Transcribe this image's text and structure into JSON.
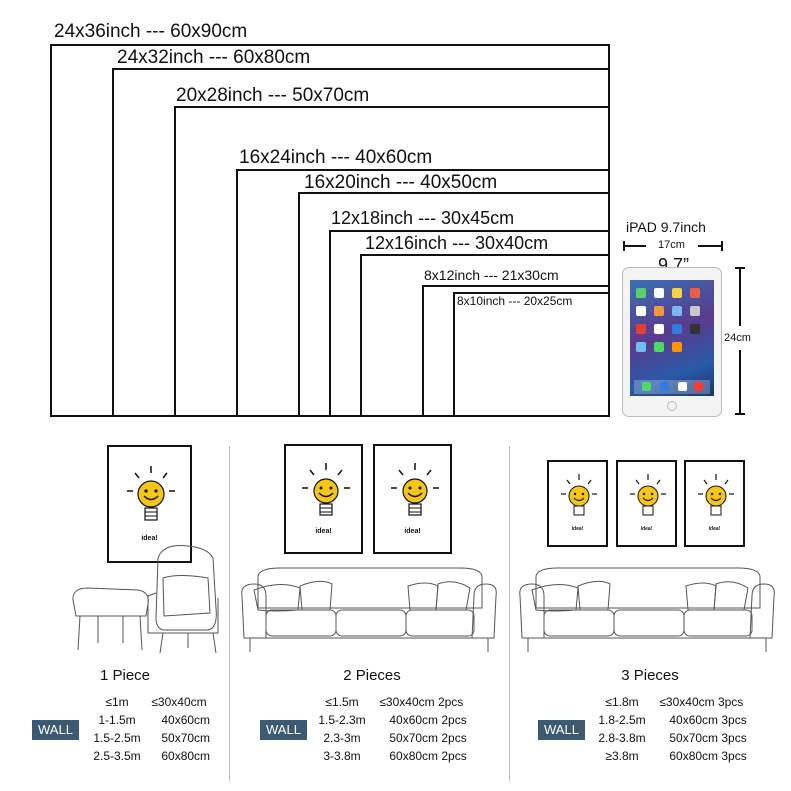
{
  "sizes": [
    {
      "label": "24x36inch --- 60x90cm"
    },
    {
      "label": "24x32inch --- 60x80cm"
    },
    {
      "label": "20x28inch --- 50x70cm"
    },
    {
      "label": "16x24inch --- 40x60cm"
    },
    {
      "label": "16x20inch --- 40x50cm"
    },
    {
      "label": "12x18inch --- 30x45cm"
    },
    {
      "label": "12x16inch --- 30x40cm"
    },
    {
      "label": "8x12inch --- 21x30cm"
    },
    {
      "label": "8x10inch --- 20x25cm"
    }
  ],
  "ipad": {
    "title": "iPAD 9.7inch",
    "width_label": "17cm",
    "diag_label": "9.7”",
    "height_label": "24cm"
  },
  "poster_text": "idea!",
  "panels": [
    {
      "title": "1 Piece",
      "wall": "WALL",
      "rows": [
        {
          "range": "≤1m",
          "size": "≤30x40cm"
        },
        {
          "range": "1-1.5m",
          "size": "40x60cm"
        },
        {
          "range": "1.5-2.5m",
          "size": "50x70cm"
        },
        {
          "range": "2.5-3.5m",
          "size": "60x80cm"
        }
      ]
    },
    {
      "title": "2 Pieces",
      "wall": "WALL",
      "rows": [
        {
          "range": "≤1.5m",
          "size": "≤30x40cm 2pcs"
        },
        {
          "range": "1.5-2.3m",
          "size": "40x60cm 2pcs"
        },
        {
          "range": "2.3-3m",
          "size": "50x70cm 2pcs"
        },
        {
          "range": "3-3.8m",
          "size": "60x80cm 2pcs"
        }
      ]
    },
    {
      "title": "3 Pieces",
      "wall": "WALL",
      "rows": [
        {
          "range": "≤1.8m",
          "size": "≤30x40cm  3pcs"
        },
        {
          "range": "1.8-2.5m",
          "size": "40x60cm 3pcs"
        },
        {
          "range": "2.8-3.8m",
          "size": "50x70cm 3pcs"
        },
        {
          "range": "≥3.8m",
          "size": "60x80cm 3pcs"
        }
      ]
    }
  ]
}
